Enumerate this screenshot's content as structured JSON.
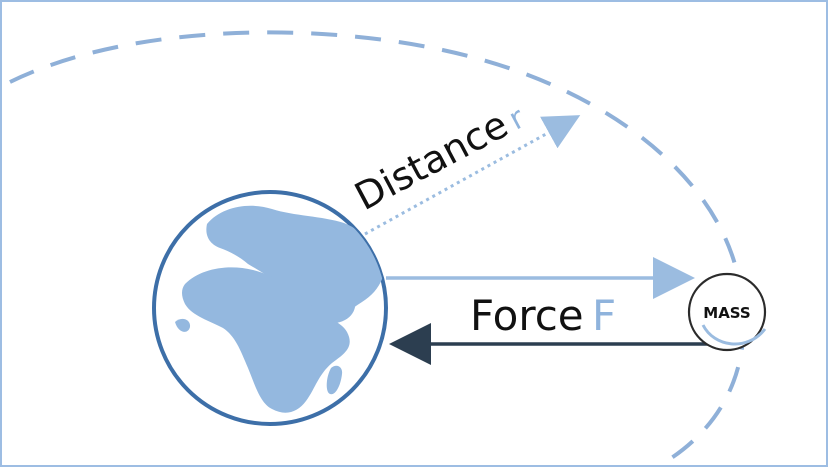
{
  "labels": {
    "distance_word": "Distance",
    "distance_symbol": "r",
    "force_word": "Force",
    "force_symbol": "F",
    "mass": "MASS"
  },
  "icons": {
    "planet": "earth-globe-icon",
    "body": "mass-circle-icon"
  },
  "colors": {
    "orbit": "#8fb0d8",
    "earth_land": "#94b8df",
    "earth_outline": "#3d6fa8",
    "arrow_light": "#9bbce0",
    "arrow_dark": "#2c3e50",
    "frame": "#9dbde3",
    "symbol": "#8fb3dc"
  }
}
